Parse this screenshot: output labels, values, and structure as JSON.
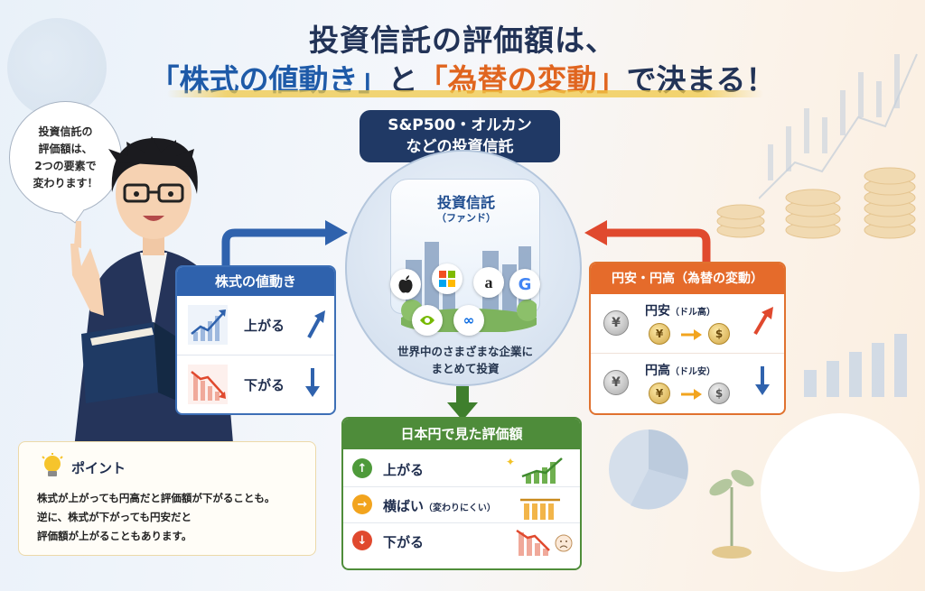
{
  "title": {
    "line1": "投資信託の評価額は、",
    "line2_part1": "「株式の値動き」",
    "line2_part2": "と",
    "line2_part3": "「為替の変動」",
    "line2_part4": "で決まる！"
  },
  "bubble": {
    "lines": [
      "投資信託の",
      "評価額は、",
      "2つの要素で",
      "変わります！"
    ]
  },
  "fund": {
    "header_line1": "S&P500・オルカン",
    "header_line2": "などの投資信託",
    "jar_title": "投資信託",
    "jar_sub": "（ファンド）",
    "caption_line1": "世界中のさまざまな企業に",
    "caption_line2": "まとめて投資",
    "logos": [
      "apple-icon",
      "microsoft-icon",
      "amazon-icon",
      "google-icon",
      "nvidia-icon",
      "meta-icon"
    ]
  },
  "stock": {
    "header": "株式の値動き",
    "up_label": "上がる",
    "down_label": "下がる"
  },
  "fx": {
    "header": "円安・円高（為替の変動）",
    "weak_label": "円安",
    "weak_sub": "（ドル高）",
    "strong_label": "円高",
    "strong_sub": "（ドル安）",
    "yen_symbol": "¥",
    "dollar_symbol": "$"
  },
  "result": {
    "header": "日本円で見た評価額",
    "rows": [
      {
        "label": "上がる",
        "sub": ""
      },
      {
        "label": "横ばい",
        "sub": "（変わりにくい）"
      },
      {
        "label": "下がる",
        "sub": ""
      }
    ]
  },
  "point": {
    "title": "ポイント",
    "line1": "株式が上がっても円高だと評価額が下がることも。",
    "line2": "逆に、株式が下がっても円安だと",
    "line3": "評価額が上がることもあります。"
  },
  "colors": {
    "navy": "#203965",
    "blue": "#2f62ad",
    "orange": "#e56b2b",
    "green": "#4e8c3a",
    "red": "#e0492e"
  }
}
